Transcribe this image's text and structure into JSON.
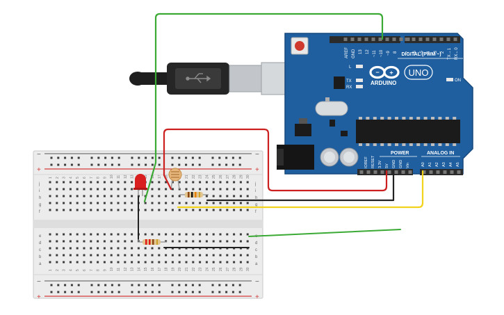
{
  "colors": {
    "board": "#1f5f9f",
    "board_dark": "#17497d",
    "header": "#2b2b2b",
    "breadboard": "#ececec",
    "breadboard_edge": "#c9c9c9",
    "rail_red": "#d33a3a",
    "rail_dark": "#555555",
    "wire_green": "#3aaa35",
    "wire_red": "#cc1f1f",
    "wire_black": "#222222",
    "wire_yellow": "#f2d21b",
    "led": "#d81e1e",
    "usb": "#1e1e1e",
    "usb_metal": "#bfc4c9"
  },
  "arduino": {
    "aref": "AREF",
    "gnd": "GND",
    "pin13": "13",
    "pin12": "12",
    "pin11": "~11",
    "pin10": "~10",
    "pin9": "~9",
    "pin8": "8",
    "pin7": "7",
    "pin6": "~6",
    "pin5": "~5",
    "pin4": "4",
    "pin3": "~3",
    "pin2": "2",
    "tx1": "TX→1",
    "rx0": "RX←0",
    "digital": "DIGITAL (PWM ~)",
    "uno": "UNO",
    "brand": "ARDUINO",
    "led_l": "L",
    "led_tx": "TX",
    "led_rx": "RX",
    "on": "ON",
    "power": "POWER",
    "analog_in": "ANALOG IN",
    "power_pins": [
      "IOREF",
      "RESET",
      "3.3V",
      "5V",
      "GND",
      "GND",
      "Vin"
    ],
    "analog_pins": [
      "A0",
      "A1",
      "A2",
      "A3",
      "A4",
      "A5"
    ]
  },
  "breadboard": {
    "plus": "+",
    "minus": "−",
    "upper_rows": [
      "j",
      "i",
      "h",
      "g",
      "f"
    ],
    "lower_rows": [
      "e",
      "d",
      "c",
      "b",
      "a"
    ],
    "columns": [
      "1",
      "2",
      "3",
      "4",
      "5",
      "6",
      "7",
      "8",
      "9",
      "10",
      "11",
      "12",
      "13",
      "14",
      "15",
      "16",
      "17",
      "18",
      "19",
      "20",
      "21",
      "22",
      "23",
      "24",
      "25",
      "26",
      "27",
      "28",
      "29",
      "30"
    ]
  }
}
